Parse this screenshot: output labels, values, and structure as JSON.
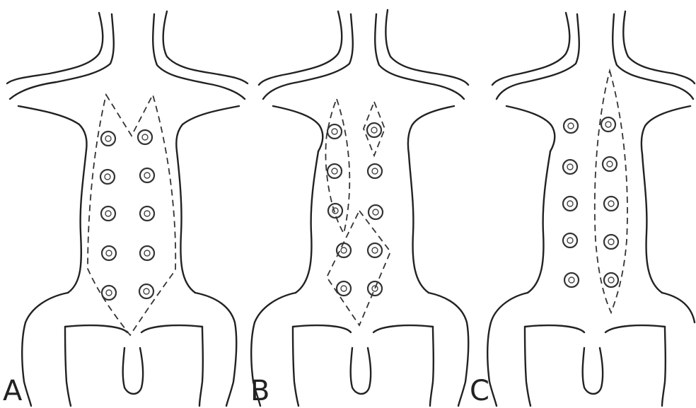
{
  "panels": [
    {
      "label": "A"
    },
    {
      "label": "B"
    },
    {
      "label": "C"
    }
  ],
  "colors": {
    "line": "#222222",
    "background": "#ffffff"
  }
}
